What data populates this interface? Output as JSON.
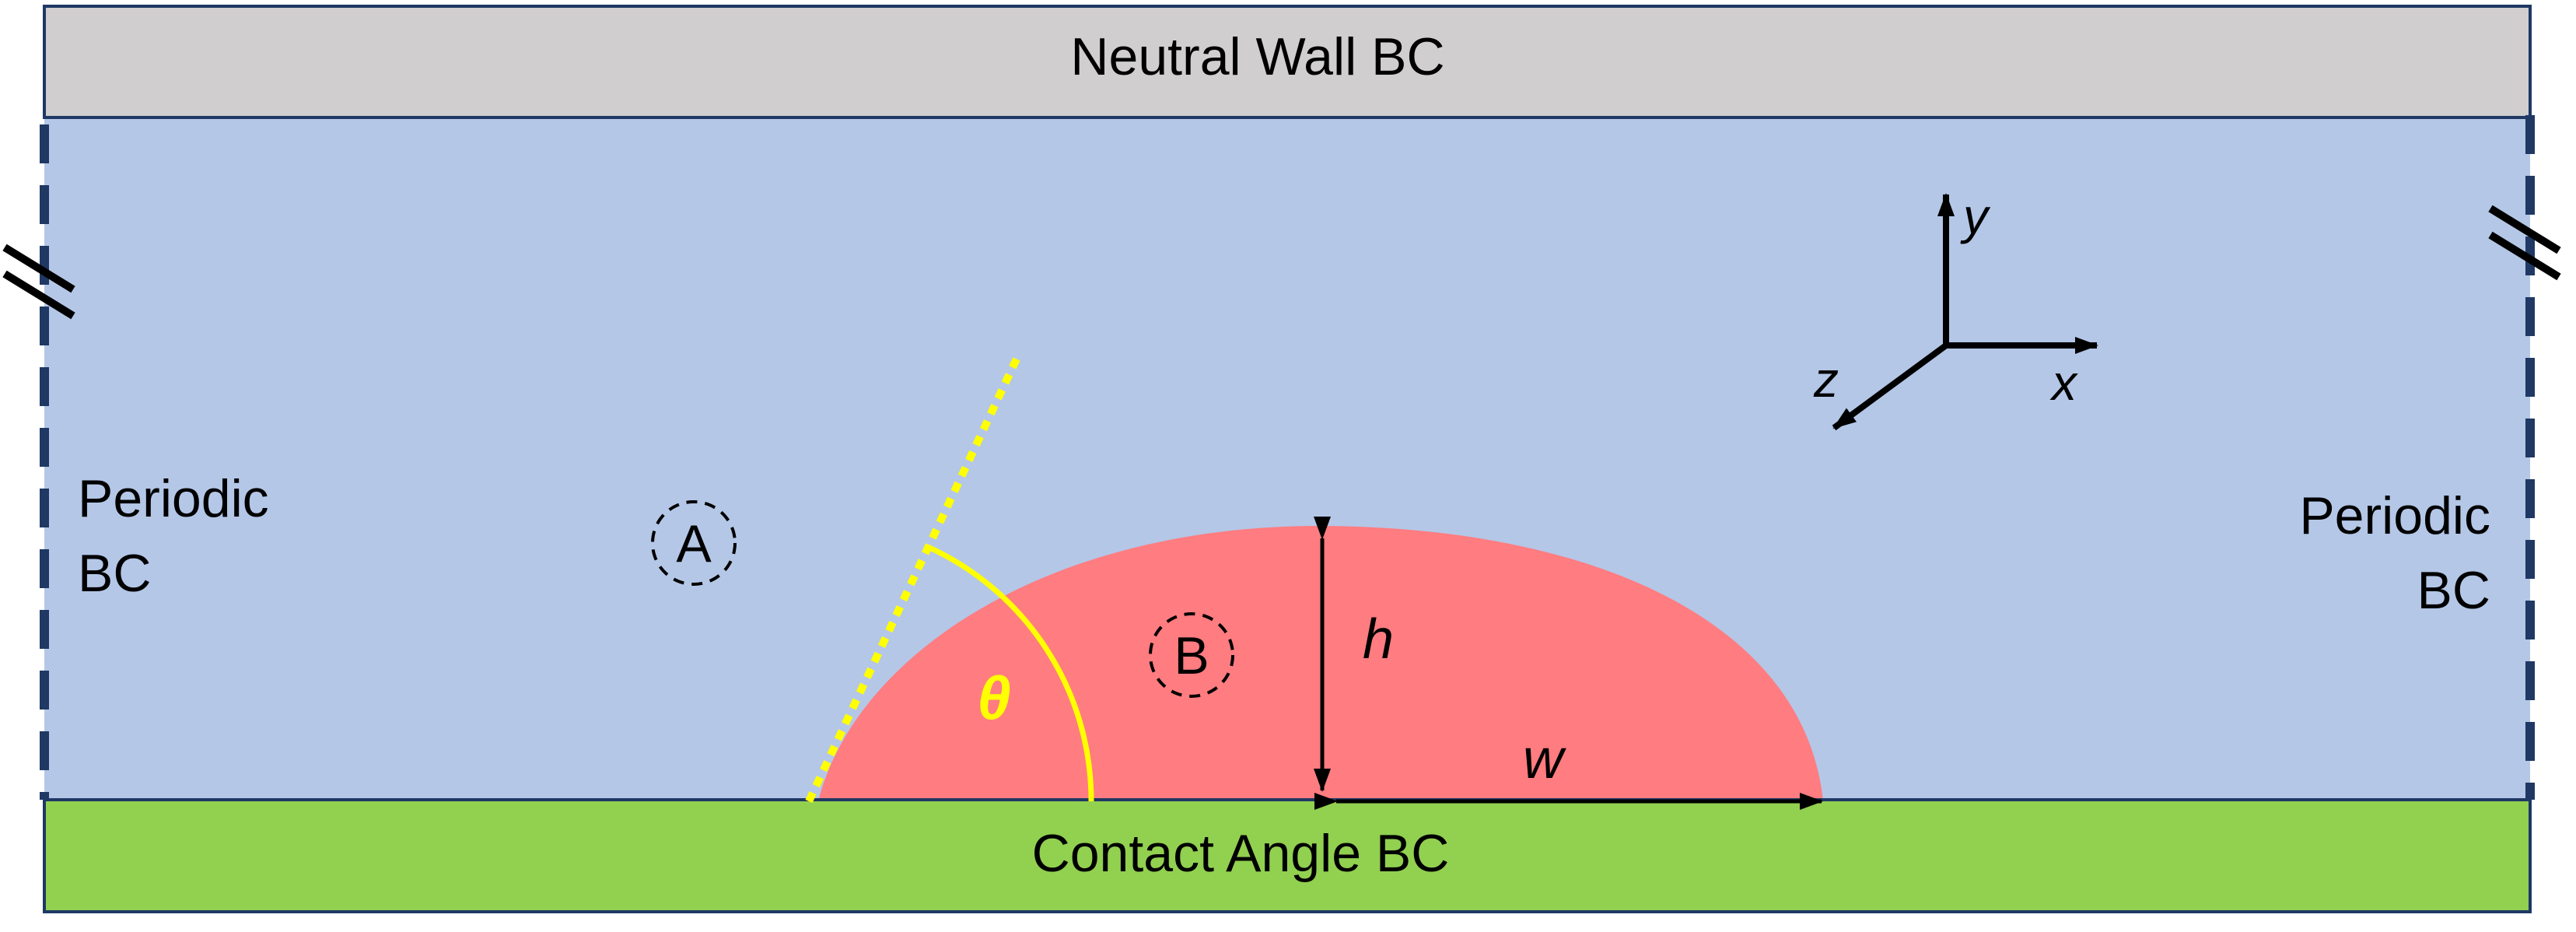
{
  "top_wall": {
    "label": "Neutral Wall BC",
    "color": "#d0cece"
  },
  "bottom_wall": {
    "label": "Contact Angle BC",
    "color": "#92d050"
  },
  "domain": {
    "color": "#b4c7e7"
  },
  "droplet": {
    "color": "#ff7c80"
  },
  "left_boundary": {
    "line1": "Periodic",
    "line2": "BC"
  },
  "right_boundary": {
    "line1": "Periodic",
    "line2": "BC"
  },
  "phase_a": {
    "label": "A"
  },
  "phase_b": {
    "label": "B"
  },
  "angle": {
    "symbol": "θ",
    "color": "#ffff00"
  },
  "dimensions": {
    "height": "h",
    "half_width": "w"
  },
  "axes": {
    "x": "x",
    "y": "y",
    "z": "z"
  }
}
